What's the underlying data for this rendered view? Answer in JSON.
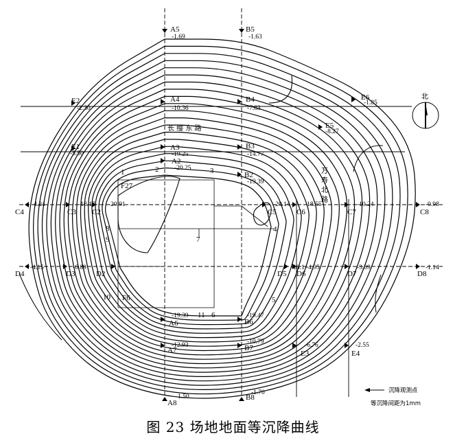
{
  "caption": "图 23    场地地面等沉降曲线",
  "compass_label": "北",
  "legend": {
    "observation_point": "沉降观测点",
    "interval": "等沉降间距为1mm"
  },
  "roads": {
    "changying_east": "长 缨 东 路",
    "wanshou_north": [
      "万",
      "寿",
      "北",
      "路"
    ]
  },
  "points": [
    {
      "id": "A5",
      "value": "-1.69"
    },
    {
      "id": "B5",
      "value": "-1.63"
    },
    {
      "id": "A4",
      "value": "-10.36"
    },
    {
      "id": "B4",
      "value": "-7.83"
    },
    {
      "id": "A3",
      "value": "-19.25"
    },
    {
      "id": "B3",
      "value": "-14.77"
    },
    {
      "id": "A2",
      "value": "-20.25"
    },
    {
      "id": "B2",
      "value": "-19.39"
    },
    {
      "id": "E2",
      "value": "-2.30"
    },
    {
      "id": "E1",
      "value": "-5.50"
    },
    {
      "id": "E6",
      "value": "-1.85"
    },
    {
      "id": "E5",
      "value": "-8.27"
    },
    {
      "id": "C4",
      "value": "-4.24"
    },
    {
      "id": "C3",
      "value": "-18.17"
    },
    {
      "id": "C2",
      "value": "-20.91"
    },
    {
      "id": "C5",
      "value": "-20.14"
    },
    {
      "id": "C6",
      "value": "-18.55"
    },
    {
      "id": "C7",
      "value": "-10.24"
    },
    {
      "id": "C8",
      "value": "-0.98"
    },
    {
      "id": "D4",
      "value": "-4.15"
    },
    {
      "id": "D3",
      "value": "-6.89"
    },
    {
      "id": "D2",
      "value": ""
    },
    {
      "id": "D5",
      "value": "-10.1"
    },
    {
      "id": "D6",
      "value": "-4.95"
    },
    {
      "id": "D7",
      "value": "-3.09"
    },
    {
      "id": "D8",
      "value": "-1.14"
    },
    {
      "id": "A6",
      "value": "-19.39"
    },
    {
      "id": "B6",
      "value": "-19.47"
    },
    {
      "id": "A7",
      "value": "-12.93"
    },
    {
      "id": "B7",
      "value": "-10.79"
    },
    {
      "id": "E3",
      "value": "-6.76"
    },
    {
      "id": "E4",
      "value": "-2.55"
    },
    {
      "id": "A8",
      "value": "-1.50"
    },
    {
      "id": "B8",
      "value": "-1.70"
    },
    {
      "id": "F27",
      "value": ""
    },
    {
      "id": "F6",
      "value": ""
    }
  ],
  "building_labels": [
    "1",
    "2",
    "3",
    "4",
    "5",
    "6",
    "7",
    "8",
    "9",
    "10",
    "11"
  ]
}
